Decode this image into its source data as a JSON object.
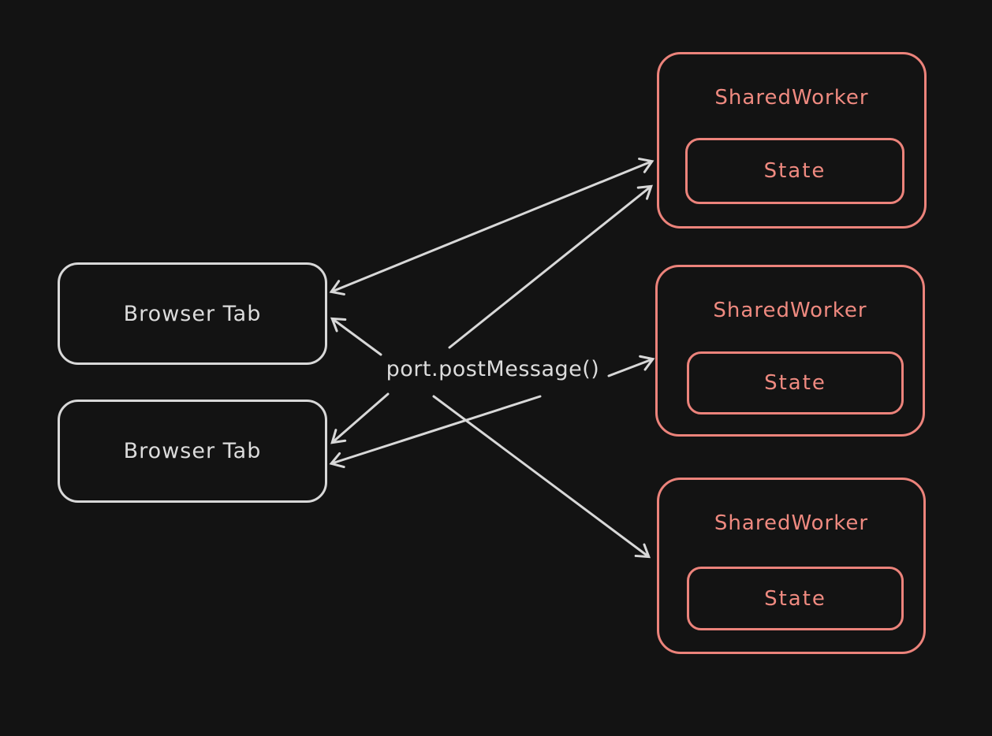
{
  "diagram": {
    "center_label": "port.postMessage()",
    "browser_tabs": [
      {
        "label": "Browser Tab"
      },
      {
        "label": "Browser Tab"
      }
    ],
    "shared_workers": [
      {
        "label": "SharedWorker",
        "state": "State"
      },
      {
        "label": "SharedWorker",
        "state": "State"
      },
      {
        "label": "SharedWorker",
        "state": "State"
      }
    ],
    "arrows": [
      {
        "name": "tab1-worker1-bidirectional",
        "from": "browser-tab-1",
        "to": "shared-worker-1",
        "heads": "both"
      },
      {
        "name": "center-to-worker1",
        "from": "center-label",
        "to": "shared-worker-1",
        "heads": "end"
      },
      {
        "name": "center-to-tab1",
        "from": "center-label",
        "to": "browser-tab-1",
        "heads": "end"
      },
      {
        "name": "center-to-worker2",
        "from": "center-label",
        "to": "shared-worker-2",
        "heads": "end"
      },
      {
        "name": "center-to-tab2-upper",
        "from": "center-label",
        "to": "browser-tab-2",
        "heads": "end"
      },
      {
        "name": "center-to-tab2-lower",
        "from": "center-label",
        "to": "browser-tab-2",
        "heads": "end"
      },
      {
        "name": "center-to-worker3",
        "from": "center-label",
        "to": "shared-worker-3",
        "heads": "end"
      }
    ],
    "colors": {
      "background": "#131313",
      "light_stroke": "#d8d8d8",
      "accent_stroke": "#ec837b"
    }
  }
}
